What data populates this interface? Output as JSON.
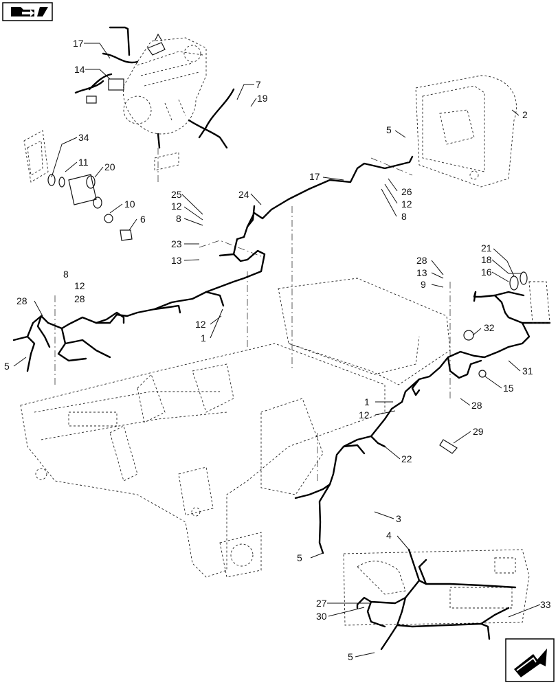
{
  "callouts": [
    {
      "id": "c17a",
      "text": "17"
    },
    {
      "id": "c14",
      "text": "14"
    },
    {
      "id": "c7",
      "text": "7"
    },
    {
      "id": "c19",
      "text": "19"
    },
    {
      "id": "c2",
      "text": "2"
    },
    {
      "id": "c5a",
      "text": "5"
    },
    {
      "id": "c34",
      "text": "34"
    },
    {
      "id": "c11",
      "text": "11"
    },
    {
      "id": "c20",
      "text": "20"
    },
    {
      "id": "c10",
      "text": "10"
    },
    {
      "id": "c6",
      "text": "6"
    },
    {
      "id": "c17b",
      "text": "17"
    },
    {
      "id": "c24",
      "text": "24"
    },
    {
      "id": "c26",
      "text": "26"
    },
    {
      "id": "c12a",
      "text": "12"
    },
    {
      "id": "c8a",
      "text": "8"
    },
    {
      "id": "c25",
      "text": "25"
    },
    {
      "id": "c12b",
      "text": "12"
    },
    {
      "id": "c8b",
      "text": "8"
    },
    {
      "id": "c23",
      "text": "23"
    },
    {
      "id": "c13a",
      "text": "13"
    },
    {
      "id": "c8c",
      "text": "8"
    },
    {
      "id": "c12c",
      "text": "12"
    },
    {
      "id": "c28a",
      "text": "28"
    },
    {
      "id": "c28b",
      "text": "28"
    },
    {
      "id": "c12d",
      "text": "12"
    },
    {
      "id": "c1a",
      "text": "1"
    },
    {
      "id": "c5b",
      "text": "5"
    },
    {
      "id": "c28c",
      "text": "28"
    },
    {
      "id": "c13b",
      "text": "13"
    },
    {
      "id": "c9",
      "text": "9"
    },
    {
      "id": "c21",
      "text": "21"
    },
    {
      "id": "c18",
      "text": "18"
    },
    {
      "id": "c16",
      "text": "16"
    },
    {
      "id": "c32",
      "text": "32"
    },
    {
      "id": "c31",
      "text": "31"
    },
    {
      "id": "c15",
      "text": "15"
    },
    {
      "id": "c1b",
      "text": "1"
    },
    {
      "id": "c12e",
      "text": "12"
    },
    {
      "id": "c28d",
      "text": "28"
    },
    {
      "id": "c29",
      "text": "29"
    },
    {
      "id": "c22",
      "text": "22"
    },
    {
      "id": "c3",
      "text": "3"
    },
    {
      "id": "c4",
      "text": "4"
    },
    {
      "id": "c5c",
      "text": "5"
    },
    {
      "id": "c27",
      "text": "27"
    },
    {
      "id": "c30",
      "text": "30"
    },
    {
      "id": "c33",
      "text": "33"
    },
    {
      "id": "c5d",
      "text": "5"
    }
  ],
  "icons": {
    "top_left": "book-navigation-icon",
    "bottom_right": "next-page-arrow-icon"
  }
}
